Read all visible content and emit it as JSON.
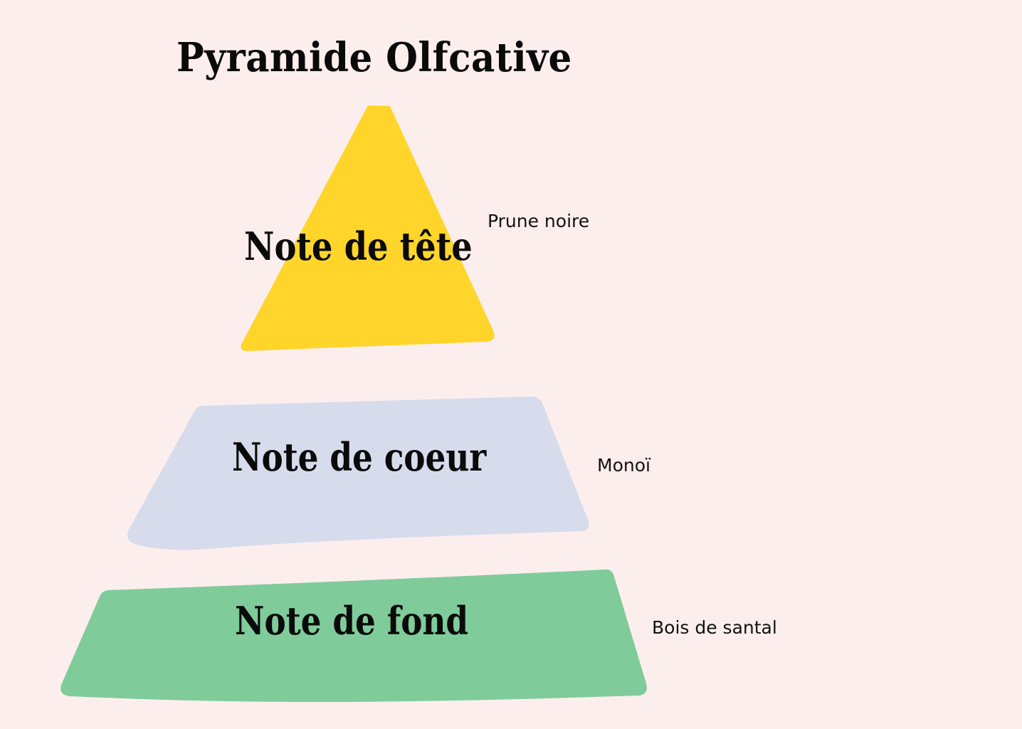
{
  "title": "Pyramide Olfcative",
  "colors": {
    "background": "#fdeeee",
    "top": "#ffd52b",
    "heart": "#d6dcec",
    "base": "#7fcc9a"
  },
  "tiers": [
    {
      "label": "Note de tête",
      "ingredient": "Prune noire",
      "color": "#ffd52b"
    },
    {
      "label": "Note de coeur",
      "ingredient": "Monoï",
      "color": "#d6dcec"
    },
    {
      "label": "Note de fond",
      "ingredient": "Bois de santal",
      "color": "#7fcc9a"
    }
  ]
}
